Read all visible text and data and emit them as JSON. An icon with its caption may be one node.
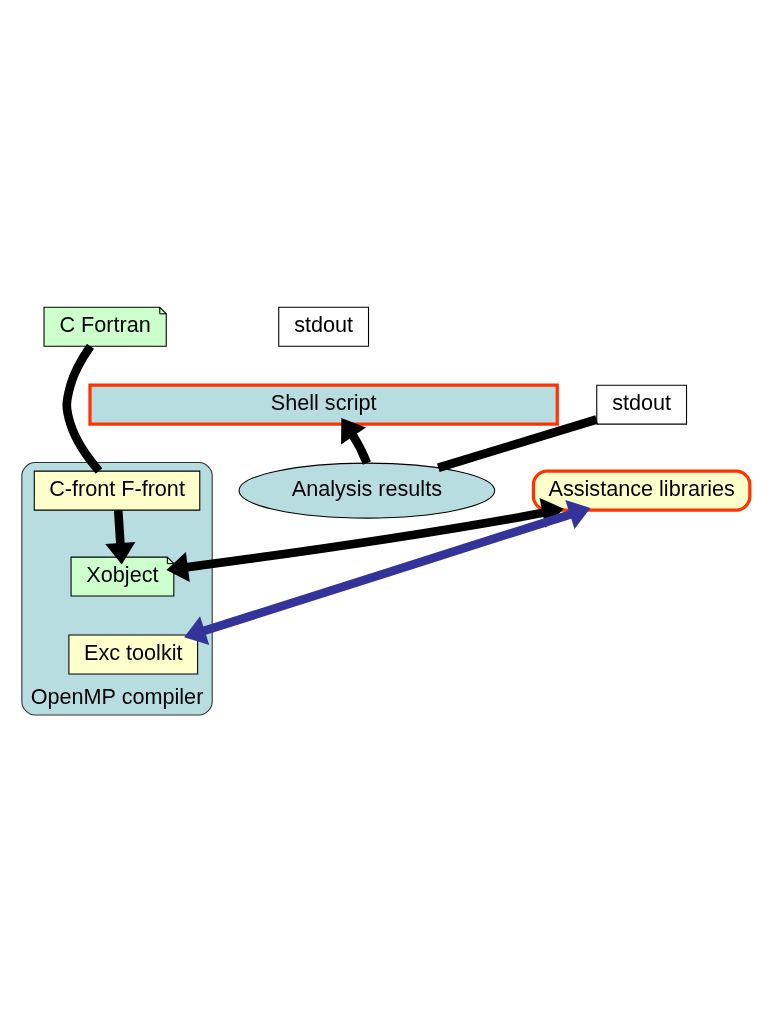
{
  "diagram": {
    "nodes": [
      {
        "text": [
          "C Fortran"
        ]
      },
      {
        "text": [
          "stdout"
        ]
      },
      {
        "text": [
          "Shell script"
        ]
      },
      {
        "text": [
          "OpenMP compiler"
        ]
      },
      {
        "text": [
          "C-front F-front"
        ],
        "in": 3
      },
      {
        "text": [
          "Xobject"
        ],
        "in": 3
      },
      {
        "text": [
          "Exc toolkit"
        ],
        "in": 3
      },
      {
        "text": [
          "Analysis results"
        ]
      },
      {
        "text": [
          "stdout"
        ]
      },
      {
        "text": [
          "Assistance libraries"
        ]
      }
    ],
    "edges": [
      {
        "from": 0,
        "to": 4,
        "arrow": "none"
      },
      {
        "from": 4,
        "to": 5,
        "arrow": "to"
      },
      {
        "from": 9,
        "to": 5,
        "arrow": "both"
      },
      {
        "from": 9,
        "to": 6,
        "arrow": "both",
        "color": "#333399"
      },
      {
        "from": 7,
        "to": 2,
        "arrow": "to"
      },
      {
        "from": 8,
        "to": 7,
        "arrow": "none"
      }
    ]
  }
}
